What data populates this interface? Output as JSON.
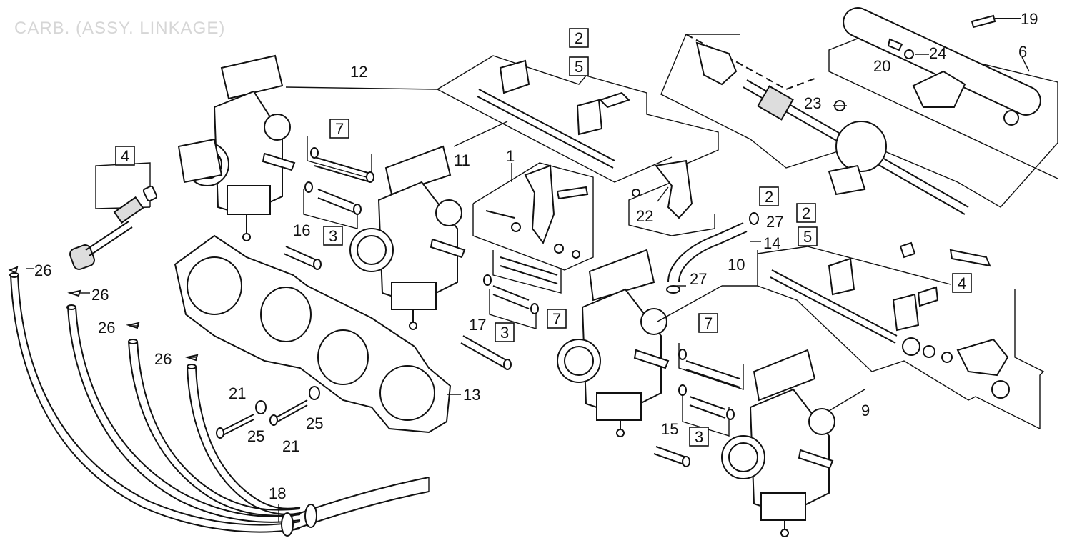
{
  "title": "CARB. (ASSY. LINKAGE)",
  "callouts": [
    "1",
    "2",
    "3",
    "4",
    "5",
    "6",
    "7",
    "9",
    "10",
    "11",
    "12",
    "13",
    "14",
    "15",
    "16",
    "17",
    "18",
    "19",
    "20",
    "21",
    "22",
    "23",
    "24",
    "25",
    "26",
    "27"
  ]
}
